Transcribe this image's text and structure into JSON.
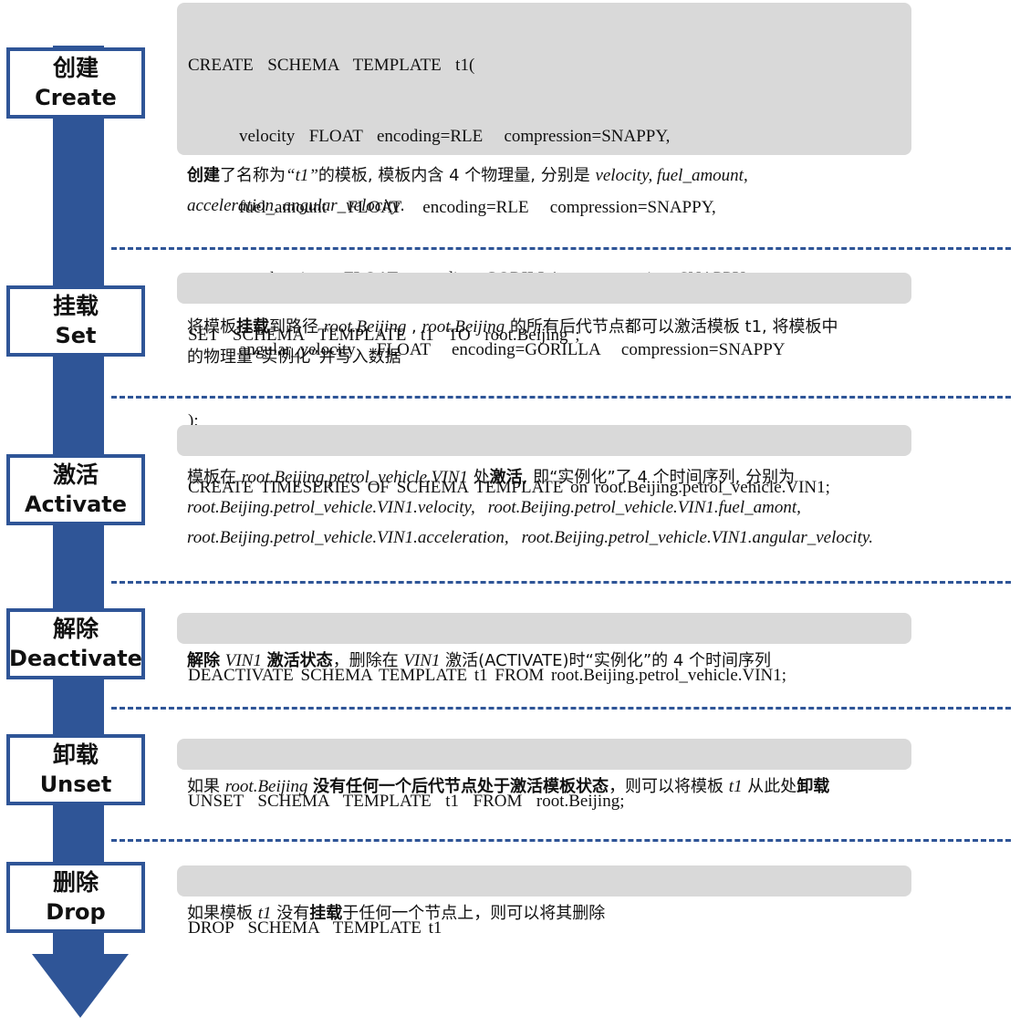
{
  "stages": [
    {
      "zh": "创建",
      "en": "Create"
    },
    {
      "zh": "挂载",
      "en": "Set"
    },
    {
      "zh": "激活",
      "en": "Activate"
    },
    {
      "zh": "解除",
      "en": "Deactivate"
    },
    {
      "zh": "卸载",
      "en": "Unset"
    },
    {
      "zh": "删除",
      "en": "Drop"
    }
  ],
  "create": {
    "code": [
      "CREATE  SCHEMA  TEMPLATE  t1(",
      "velocity  FLOAT  encoding=RLE   compression=SNAPPY,",
      "fuel_amount   FLOAT   encoding=RLE   compression=SNAPPY,",
      "acceleration   FLOAT  encoding=GORILLA   compression=SNAPPY,",
      "angular_velocity   FLOAT   encoding=GORILLA   compression=SNAPPY",
      ");"
    ],
    "desc": {
      "bold": "创建",
      "t1": "了名称为",
      "q": "“t1”",
      "t2": "的模板, 模板内含 4 个物理量, 分别是 ",
      "names1": "velocity, fuel_amount,",
      "names2": "acceleration, angular_velocity",
      "end": "."
    }
  },
  "set": {
    "code": "SET  SCHEMA  TEMPLATE  t1  TO  root.Beijing ;",
    "desc": {
      "t1": "将模板",
      "bold": "挂载",
      "t2": "到路径 ",
      "p1": "root.Beijing",
      "t3": " , ",
      "p2": "root.Beijing",
      "t4": " 的所有后代节点都可以激活模板 t1, 将模板中",
      "line2": "的物理量“实例化”并写入数据"
    }
  },
  "activate": {
    "code": "CREATE TIMESERIES OF SCHEMA TEMPLATE on root.Beijing.petrol_vehicle.VIN1;",
    "desc": {
      "t1": "模板在 ",
      "path": "root.Beijing.petrol_vehicle.VIN1",
      "t2": " 处",
      "bold": "激活",
      "t3": ", 即“实例化”了 4 个时间序列, 分别为",
      "s1": "root.Beijing.petrol_vehicle.VIN1.velocity,",
      "s2": "root.Beijing.petrol_vehicle.VIN1.fuel_amont,",
      "s3": "root.Beijing.petrol_vehicle.VIN1.acceleration,",
      "s4": "root.Beijing.petrol_vehicle.VIN1.angular_velocity."
    }
  },
  "deactivate": {
    "code": "DEACTIVATE SCHEMA TEMPLATE t1 FROM root.Beijing.petrol_vehicle.VIN1;",
    "desc": {
      "bold1": "解除",
      "v1": "VIN1",
      "bold2": "激活状态",
      "t1": "，删除在 ",
      "v2": "VIN1",
      "t2": " 激活(ACTIVATE)时“实例化”的 4 个时间序列"
    }
  },
  "unset": {
    "code": "UNSET  SCHEMA  TEMPLATE  t1  FROM  root.Beijing;",
    "desc": {
      "t1": "如果 ",
      "path": "root.Beijing",
      "bold1": "没有任何一个后代节点处于激活模板状态",
      "t2": "，则可以将模板 ",
      "t1name": "t1",
      "t3": " 从此处",
      "bold2": "卸载"
    }
  },
  "drop": {
    "code": "DROP  SCHEMA  TEMPLATE t1",
    "desc": {
      "t1": "如果模板 ",
      "t1name": "t1",
      "t2": " 没有",
      "bold": "挂载",
      "t3": "于任何一个节点上，则可以将其删除"
    }
  },
  "colors": {
    "accent": "#2f5597",
    "code_bg": "#d9d9d9"
  }
}
